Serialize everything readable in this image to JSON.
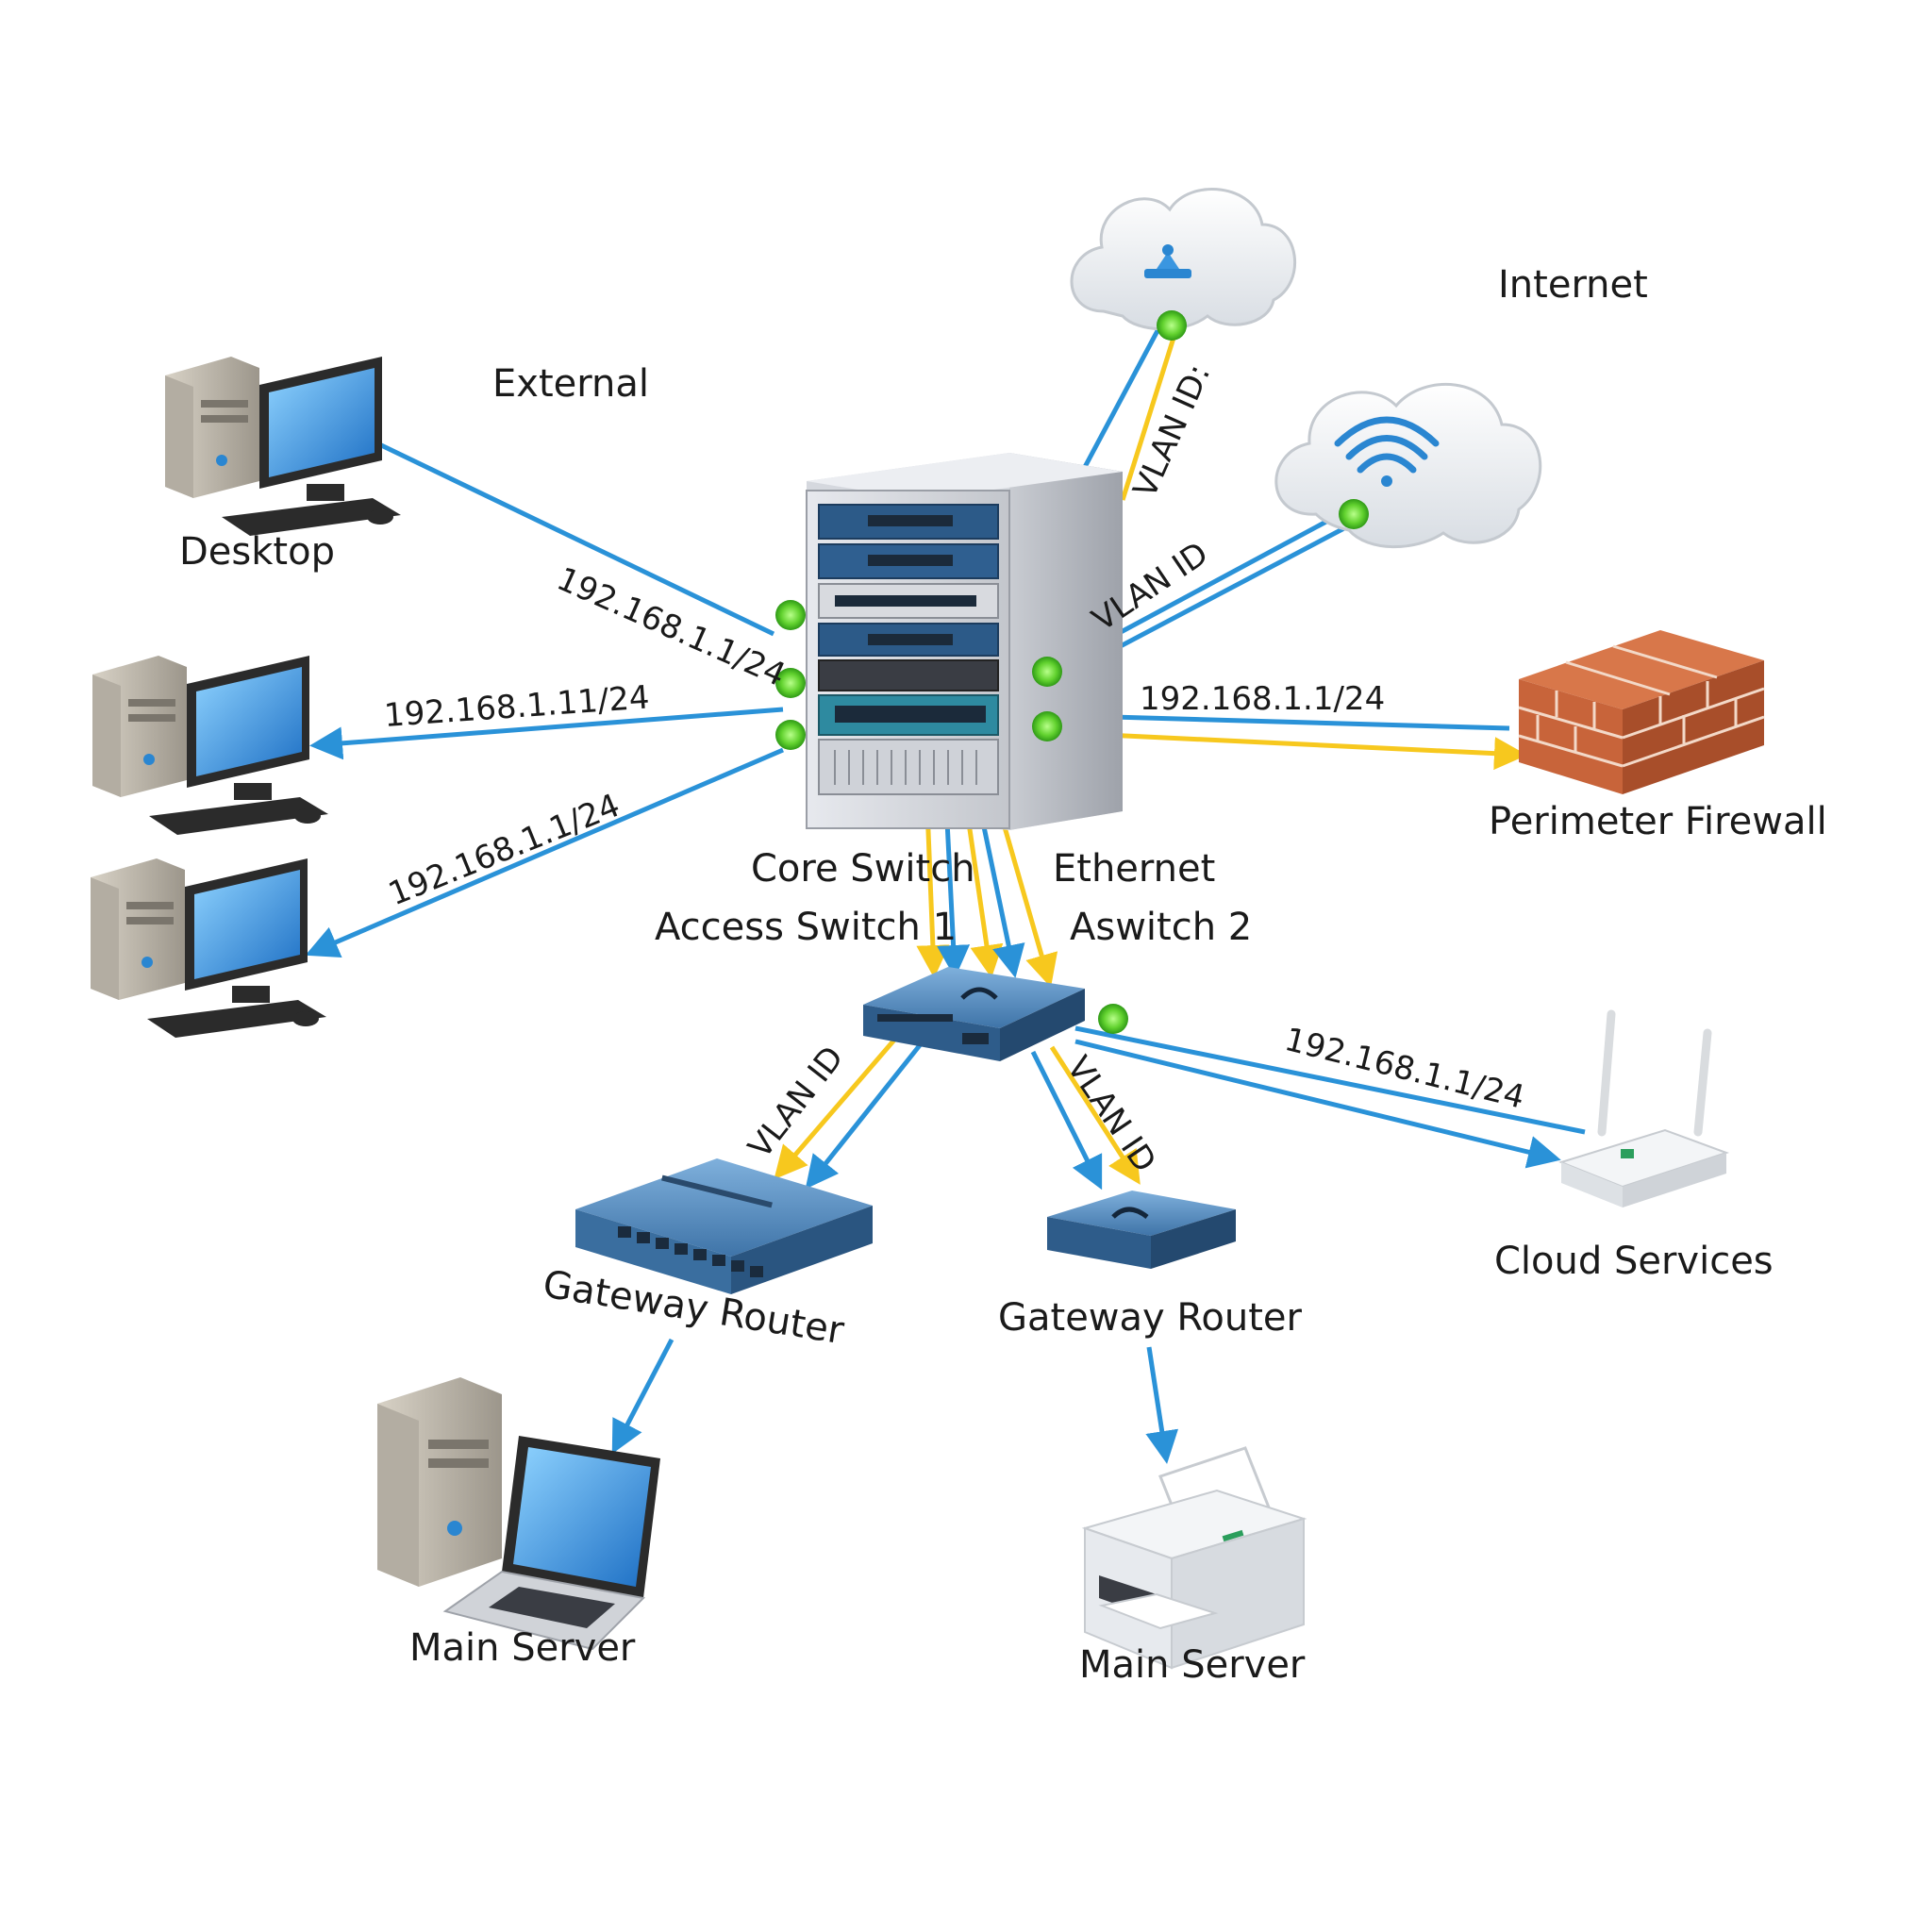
{
  "colors": {
    "link_blue": "#2a92d8",
    "link_yellow": "#f7c81e",
    "port_green": "#7ee04a",
    "firewall_brick": "#c8643a",
    "device_blue": "#3f74a8",
    "text": "#1a1a1a"
  },
  "icons": {
    "desktop": "desktop-computer-icon",
    "rack": "server-rack-icon",
    "cloud": "cloud-icon",
    "wifi": "wifi-icon",
    "firewall": "brick-wall-icon",
    "switch": "network-switch-icon",
    "router": "router-icon",
    "printer": "printer-icon",
    "laptop": "laptop-icon"
  },
  "labels": {
    "external": "External",
    "internet": "Internet",
    "desktop": "Desktop",
    "core_switch": "Core Switch",
    "ethernet": "Ethernet",
    "access_switch_1": "Access Switch 1",
    "aswitch_2": "Aswitch 2",
    "perimeter_firewall": "Perimeter Firewall",
    "cloud_services": "Cloud Services",
    "gateway_router_left": "Gateway Router",
    "gateway_router_right": "Gateway Router",
    "main_server_left": "Main Server",
    "main_server_right": "Main Server"
  },
  "links": {
    "desktop_ip": "192.168.1.1/24",
    "pc2_ip": "192.168.1.11/24",
    "pc3_ip": "192.168.1.1/24",
    "firewall_ip": "192.168.1.1/24",
    "cloud_services_ip": "192.168.1.1/24",
    "internet_vlan": "VLAN ID:",
    "wifi_vlan": "VLAN ID",
    "left_router_vlan": "VLAN ID",
    "right_router_vlan": "VLAN ID"
  }
}
